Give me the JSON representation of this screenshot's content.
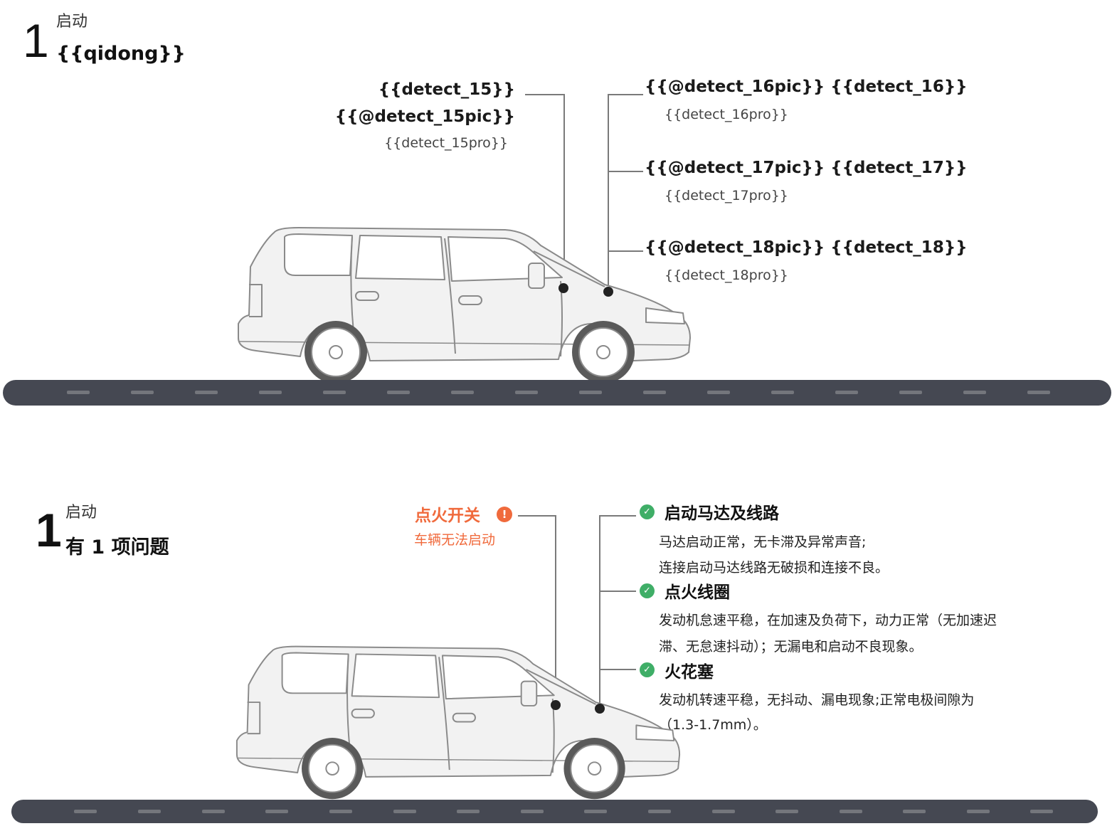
{
  "section1": {
    "number": "1",
    "category": "启动",
    "subtitle": "{{qidong}}",
    "labels_left": [
      {
        "title": "{{detect_15}}",
        "pic": "{{@detect_15pic}}",
        "pro": "{{detect_15pro}}"
      }
    ],
    "labels_right": [
      {
        "title": "{{@detect_16pic}} {{detect_16}}",
        "pro": "{{detect_16pro}}"
      },
      {
        "title": "{{@detect_17pic}} {{detect_17}}",
        "pro": "{{detect_17pro}}"
      },
      {
        "title": "{{@detect_18pic}} {{detect_18}}",
        "pro": "{{detect_18pro}}"
      }
    ]
  },
  "section2": {
    "number": "1",
    "category": "启动",
    "subtitle": "有 1 项问题",
    "warning": {
      "icon": "alert-icon",
      "icon_glyph": "!",
      "title": "点火开关",
      "desc": "车辆无法启动",
      "color": "#f06a3c"
    },
    "ok_items": [
      {
        "icon": "check-icon",
        "icon_glyph": "✓",
        "title": "启动马达及线路",
        "lines": [
          "马达启动正常，无卡滞及异常声音;",
          "连接启动马达线路无破损和连接不良。"
        ]
      },
      {
        "icon": "check-icon",
        "icon_glyph": "✓",
        "title": "点火线圈",
        "lines": [
          "发动机怠速平稳，在加速及负荷下，动力正常（无加速迟",
          "滞、无怠速抖动）；无漏电和启动不良现象。"
        ]
      },
      {
        "icon": "check-icon",
        "icon_glyph": "✓",
        "title": "火花塞",
        "lines": [
          "发动机转速平稳，无抖动、漏电现象;正常电极间隙为",
          "（1.3-1.7mm）。"
        ]
      }
    ],
    "ok_color": "#3fae67"
  },
  "road_color": "#454852"
}
